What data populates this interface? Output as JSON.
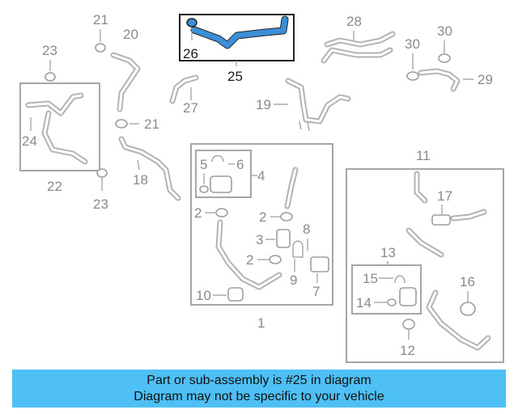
{
  "labels": {
    "l1": "1",
    "l2a": "2",
    "l2b": "2",
    "l2c": "2",
    "l3": "3",
    "l4": "4",
    "l5": "5",
    "l6": "6",
    "l7": "7",
    "l8": "8",
    "l9": "9",
    "l10": "10",
    "l11": "11",
    "l12": "12",
    "l13": "13",
    "l14": "14",
    "l15": "15",
    "l16": "16",
    "l17": "17",
    "l18": "18",
    "l19": "19",
    "l20": "20",
    "l21a": "21",
    "l21b": "21",
    "l22": "22",
    "l23a": "23",
    "l23b": "23",
    "l24": "24",
    "l25": "25",
    "l26": "26",
    "l27": "27",
    "l28": "28",
    "l29": "29",
    "l30": "30"
  },
  "banner": {
    "line1": "Part or sub-assembly is #25 in diagram",
    "line2": "Diagram may not be specific to your vehicle"
  },
  "colors": {
    "highlight": "#3a8fd6",
    "banner_bg": "#4ec0f5",
    "part_gray": "#b3b3b3"
  }
}
